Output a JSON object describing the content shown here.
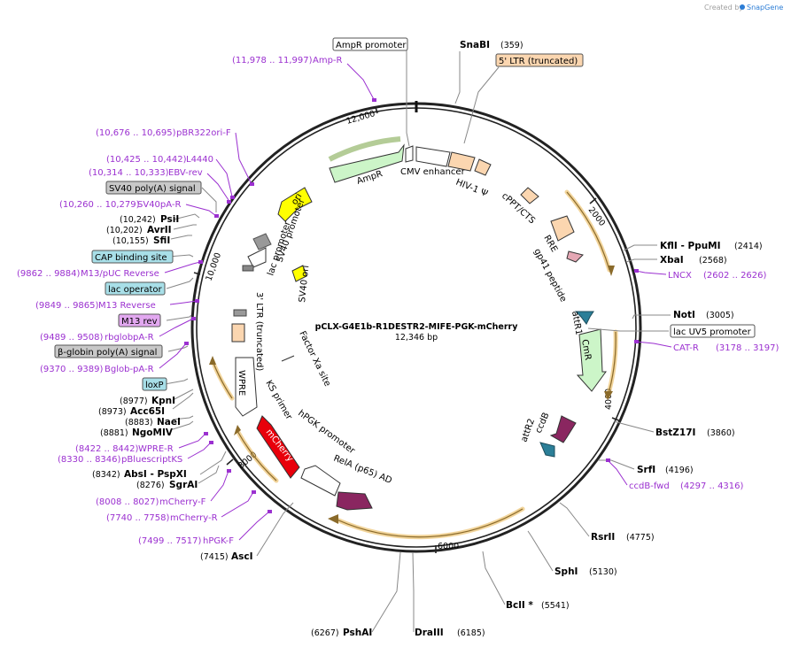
{
  "app": {
    "credit_prefix": "Created by",
    "brand": "SnapGene",
    "brand_color": "#2c7dd6"
  },
  "plasmid": {
    "name": "pCLX-G4E1b-R1DESTR2-MIFE-PGK-mCherry",
    "size_label": "12,346 bp",
    "length_bp": 12346
  },
  "ticks": [
    {
      "label": "2000",
      "bp": 2000
    },
    {
      "label": "4000",
      "bp": 4000
    },
    {
      "label": "6000",
      "bp": 6000
    },
    {
      "label": "8000",
      "bp": 8000
    },
    {
      "label": "10,000",
      "bp": 10000
    },
    {
      "label": "12,000",
      "bp": 12000
    }
  ],
  "sites": [
    {
      "name": "SnaBI",
      "pos": "(359)",
      "bp": 359
    },
    {
      "name": "KflI - PpuMI",
      "pos": "(2414)",
      "bp": 2414
    },
    {
      "name": "XbaI",
      "pos": "(2568)",
      "bp": 2568
    },
    {
      "name": "NotI",
      "pos": "(3005)",
      "bp": 3005
    },
    {
      "name": "BstZ17I",
      "pos": "(3860)",
      "bp": 3860
    },
    {
      "name": "SrfI",
      "pos": "(4196)",
      "bp": 4196
    },
    {
      "name": "RsrII",
      "pos": "(4775)",
      "bp": 4775
    },
    {
      "name": "SphI",
      "pos": "(5130)",
      "bp": 5130
    },
    {
      "name": "BclI *",
      "pos": "(5541)",
      "bp": 5541
    },
    {
      "name": "DraIII",
      "pos": "(6185)",
      "bp": 6185
    },
    {
      "name": "PshAI",
      "pos": "(6267)",
      "bp": 6267
    },
    {
      "name": "AscI",
      "pos": "(7415)",
      "bp": 7415
    },
    {
      "name": "SgrAI",
      "pos": "(8276)",
      "bp": 8276
    },
    {
      "name": "AbsI - PspXI",
      "pos": "(8342)",
      "bp": 8342
    },
    {
      "name": "NgoMIV",
      "pos": "(8881)",
      "bp": 8881
    },
    {
      "name": "NaeI",
      "pos": "(8883)",
      "bp": 8883
    },
    {
      "name": "Acc65I",
      "pos": "(8973)",
      "bp": 8973
    },
    {
      "name": "KpnI",
      "pos": "(8977)",
      "bp": 8977
    },
    {
      "name": "SfiI",
      "pos": "(10,155)",
      "bp": 10155
    },
    {
      "name": "AvrII",
      "pos": "(10,202)",
      "bp": 10202
    },
    {
      "name": "PsiI",
      "pos": "(10,242)",
      "bp": 10242
    }
  ],
  "primers": [
    {
      "name": "Amp-R",
      "range": "(11,978 .. 11,997)"
    },
    {
      "name": "pBR322ori-F",
      "range": "(10,676 .. 10,695)"
    },
    {
      "name": "L4440",
      "range": "(10,425 .. 10,442)"
    },
    {
      "name": "EBV-rev",
      "range": "(10,314 .. 10,333)"
    },
    {
      "name": "SV40pA-R",
      "range": "(10,260 .. 10,279)"
    },
    {
      "name": "M13/pUC Reverse",
      "range": "(9862 .. 9884)"
    },
    {
      "name": "M13 Reverse",
      "range": "(9849 .. 9865)"
    },
    {
      "name": "rbglobpA-R",
      "range": "(9489 .. 9508)"
    },
    {
      "name": "Bglob-pA-R",
      "range": "(9370 .. 9389)"
    },
    {
      "name": "WPRE-R",
      "range": "(8422 .. 8442)"
    },
    {
      "name": "pBluescriptKS",
      "range": "(8330 .. 8346)"
    },
    {
      "name": "mCherry-F",
      "range": "(8008 .. 8027)"
    },
    {
      "name": "mCherry-R",
      "range": "(7740 .. 7758)"
    },
    {
      "name": "hPGK-F",
      "range": "(7499 .. 7517)"
    },
    {
      "name": "LNCX",
      "range": "(2602 .. 2626)"
    },
    {
      "name": "CAT-R",
      "range": "(3178 .. 3197)"
    },
    {
      "name": "ccdB-fwd",
      "range": "(4297 .. 4316)"
    }
  ],
  "boxed_labels": {
    "ampr_promoter": "AmpR promoter",
    "ltr5": "5' LTR (truncated)",
    "sv40_polya": "SV40 poly(A) signal",
    "cap_site": "CAP binding site",
    "lac_operator": "lac operator",
    "m13_rev": "M13 rev",
    "bglobin_polya": "β-globin poly(A) signal",
    "loxp": "loxP",
    "lacuv5": "lac UV5 promoter"
  },
  "features": {
    "ampr": "AmpR",
    "cmv": "CMV enhancer",
    "hiv": "HIV-1 Ψ",
    "cppt": "cPPT/CTS",
    "rre": "RRE",
    "gp41": "gp41 peptide",
    "attr1": "attR1",
    "cmr": "CmR",
    "ccdb": "ccdB",
    "attr2": "attR2",
    "ori": "ori",
    "sv40_promoter": "SV40 promoter",
    "lac_promoter": "lac promoter",
    "sv40_ori": "SV40 ori",
    "ltr3": "3' LTR (truncated)",
    "wpre": "WPRE",
    "ks_primer": "KS primer",
    "mcherry": "mCherry",
    "hpgk": "hPGK promoter",
    "rela": "RelA (p65) AD",
    "factor_xa": "Factor Xa site"
  },
  "colors": {
    "backbone": "#333333",
    "primer": "#9b30d0",
    "site_line": "#888888",
    "orf_arrow": "#e8b24a",
    "ampr_fill": "#ccf5c8",
    "ori_fill": "#ffff00",
    "mcherry_fill": "#e8000b",
    "rela_fill": "#8a2660",
    "ltr_fill": "#fbd6b0",
    "attr_fill": "#2b7f98",
    "box_grey": "#c8c8c8",
    "box_blue": "#a8dfe8",
    "box_purple": "#e2a8f0",
    "box_peach": "#fbd6b0"
  }
}
